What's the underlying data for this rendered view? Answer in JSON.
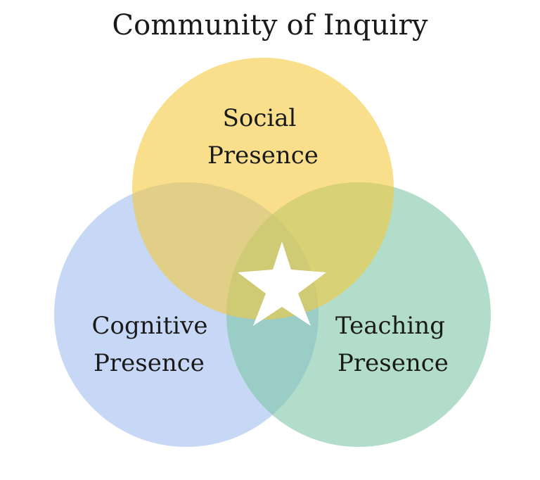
{
  "title": "Community of Inquiry",
  "circles": [
    {
      "key": "social",
      "line1": "Social",
      "line2": "Presence",
      "color": "#F5C838"
    },
    {
      "key": "cognitive",
      "line1": "Cognitive",
      "line2": "Presence",
      "color": "#9DBBEE"
    },
    {
      "key": "teaching",
      "line1": "Teaching",
      "line2": "Presence",
      "color": "#7CC4A5"
    }
  ],
  "center_marker": {
    "icon": "star-icon",
    "color": "#ffffff"
  }
}
